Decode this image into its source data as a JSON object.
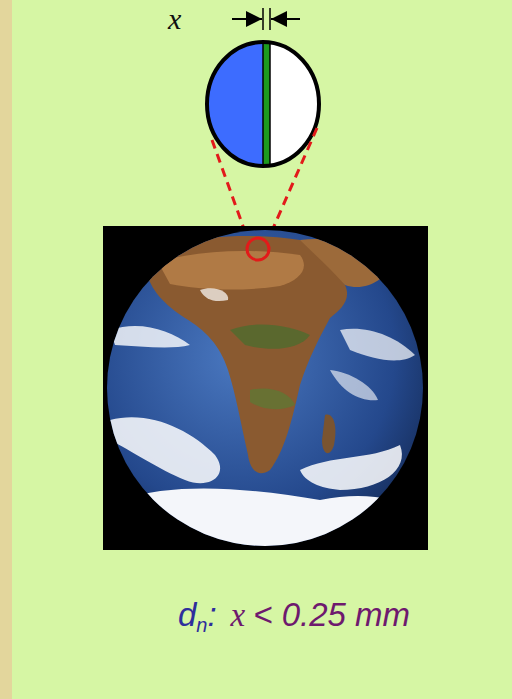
{
  "diagram": {
    "labels": [
      "x",
      "d",
      "n",
      ":",
      "x",
      "< 0.25 mm"
    ]
  }
}
